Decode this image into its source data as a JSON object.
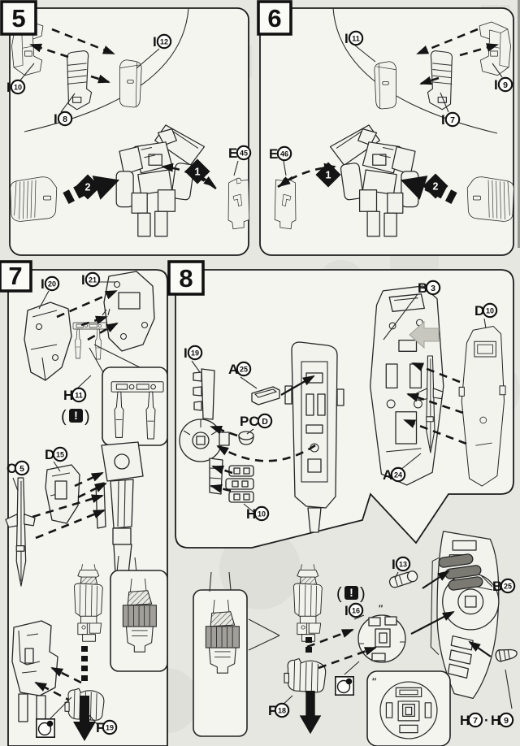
{
  "steps": {
    "s5": {
      "number": "5"
    },
    "s6": {
      "number": "6"
    },
    "s7": {
      "number": "7"
    },
    "s8": {
      "number": "8"
    }
  },
  "seq": {
    "one": "1",
    "two": "2"
  },
  "labels": {
    "s5_i10": {
      "letter": "I",
      "num": "10"
    },
    "s5_i8": {
      "letter": "I",
      "num": "8"
    },
    "s5_i12": {
      "letter": "I",
      "num": "12"
    },
    "s5_e45": {
      "letter": "E",
      "num": "45"
    },
    "s6_i11": {
      "letter": "I",
      "num": "11"
    },
    "s6_i7": {
      "letter": "I",
      "num": "7"
    },
    "s6_i9": {
      "letter": "I",
      "num": "9"
    },
    "s6_e46": {
      "letter": "E",
      "num": "46"
    },
    "s7_i20": {
      "letter": "I",
      "num": "20"
    },
    "s7_i21": {
      "letter": "I",
      "num": "21"
    },
    "s7_h11": {
      "letter": "H",
      "num": "11"
    },
    "s7_d15": {
      "letter": "D",
      "num": "15"
    },
    "s7_c5": {
      "letter": "C",
      "num": "5"
    },
    "s7_f19": {
      "letter": "F",
      "num": "19"
    },
    "s8_i19": {
      "letter": "I",
      "num": "19"
    },
    "s8_a25": {
      "letter": "A",
      "num": "25"
    },
    "s8_pcd": {
      "letter": "PC",
      "num": "D"
    },
    "s8_h10": {
      "letter": "H",
      "num": "10"
    },
    "s8_b3": {
      "letter": "B",
      "num": "3"
    },
    "s8_d10": {
      "letter": "D",
      "num": "10"
    },
    "s8_a24": {
      "letter": "A",
      "num": "24"
    },
    "s8_i13": {
      "letter": "I",
      "num": "13"
    },
    "s8_b25": {
      "letter": "B",
      "num": "25"
    },
    "s8_i16": {
      "letter": "I",
      "num": "16"
    },
    "s8_f18": {
      "letter": "F",
      "num": "18"
    },
    "s8_h7": {
      "letter": "H",
      "num": "7"
    },
    "s8_h9": {
      "letter": "H",
      "num": "9"
    }
  },
  "icons": {
    "caution_open": "(",
    "caution_mark": "!",
    "caution_close": ")",
    "ditto_mark": "″",
    "separator_dot": "·"
  },
  "colors": {
    "page_bg": "#e7e7e1",
    "panel_bg": "#f5f5f0",
    "line": "#1c1c1c",
    "shade_fill": "#a09f99",
    "dark_part_fill": "#7a7a73",
    "gray_arrow": "#c7c7c0"
  }
}
